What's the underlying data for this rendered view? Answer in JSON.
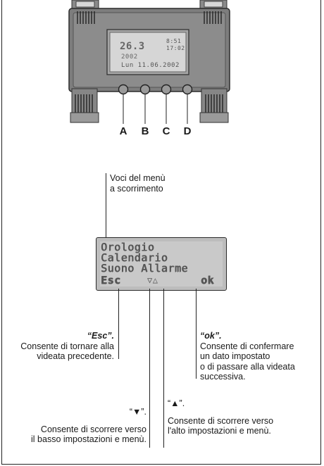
{
  "device": {
    "screen": {
      "line1_left": "26.3",
      "line1_right": "8:51",
      "line2_right": "17:02",
      "line3": "2002",
      "line4": "Lun 11.06.2002"
    },
    "buttons": [
      "A",
      "B",
      "C",
      "D"
    ]
  },
  "callout_top": {
    "line1": "Voci del menù",
    "line2": "a scorrimento"
  },
  "lcd": {
    "items": [
      "Orologio",
      "Calendario",
      "Suono Allarme"
    ],
    "softkeys": {
      "esc": "Esc",
      "arrows": "▽△",
      "ok": "ok"
    }
  },
  "annotations": {
    "esc": {
      "title": "“Esc”.",
      "text": [
        "Consente di tornare alla",
        "videata precedente."
      ]
    },
    "ok": {
      "title": "“ok”.",
      "text": [
        "Consente di confermare",
        "un dato impostato",
        "o di passare alla videata",
        "successiva."
      ]
    },
    "down": {
      "title": "“▼”.",
      "text": [
        "Consente di scorrere verso",
        "il basso impostazioni e menù."
      ]
    },
    "up": {
      "title": "“▲”.",
      "text": [
        "Consente di scorrere verso",
        "l'alto impostazioni e menù."
      ]
    }
  }
}
